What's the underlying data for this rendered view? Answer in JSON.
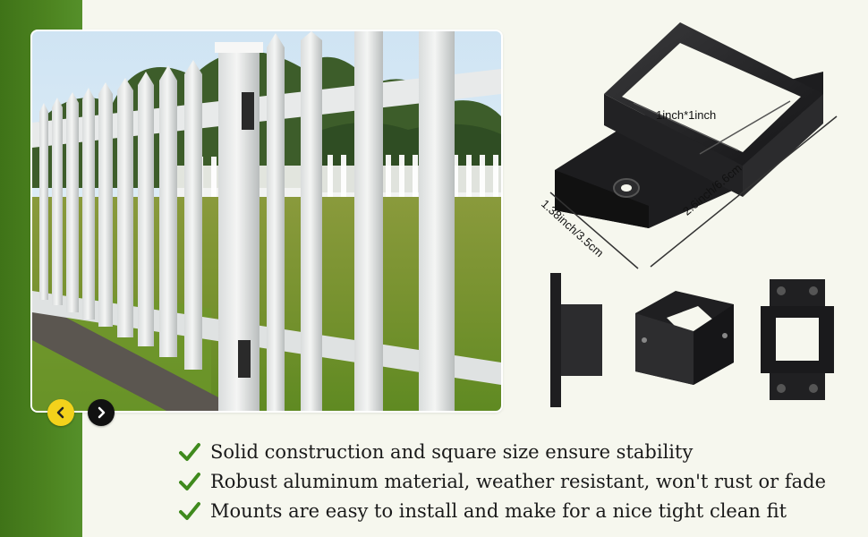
{
  "colors": {
    "brand_green": "#4a7f1e",
    "check_green": "#3f8a1d",
    "bracket_black": "#1c1c1e",
    "nav_prev_bg": "#f3d21b",
    "nav_next_bg": "#111111"
  },
  "gallery": {
    "prev_icon": "chevron-left-icon",
    "next_icon": "chevron-right-icon"
  },
  "product": {
    "dimensions": {
      "opening": "1inch*1inch",
      "height": "1.38inch/3.5cm",
      "length": "2.6inch/6.6cm"
    }
  },
  "features": [
    {
      "icon": "check-icon",
      "text": "Solid construction and square size ensure stability"
    },
    {
      "icon": "check-icon",
      "text": "Robust aluminum material, weather resistant, won't rust or fade"
    },
    {
      "icon": "check-icon",
      "text": "Mounts are easy to install and make for a nice tight clean fit"
    }
  ]
}
